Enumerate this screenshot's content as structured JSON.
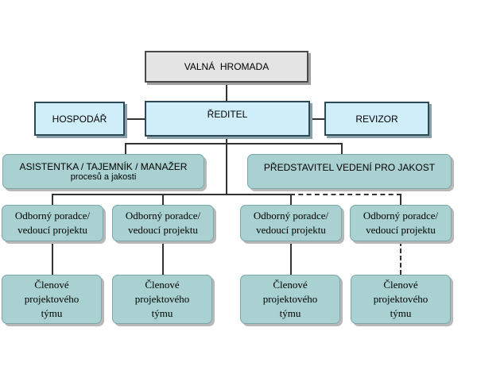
{
  "diagram": {
    "valna_hromada": "VALNÁ  HROMADA",
    "reditel": "ŘEDITEL",
    "hospodar": "HOSPODÁŘ",
    "revizor": "REVIZOR",
    "asistentka_line1": "ASISTENTKA / TAJEMNÍK / MANAŽER",
    "asistentka_line2": "procesů a jakosti",
    "predstavitel": "PŘEDSTAVITEL VEDENÍ PRO JAKOST",
    "poradce": [
      {
        "line1": "Odborný poradce/",
        "line2": "vedoucí projektu"
      },
      {
        "line1": "Odborný poradce/",
        "line2": "vedoucí projektu"
      },
      {
        "line1": "Odborný poradce/",
        "line2": "vedoucí projektu"
      },
      {
        "line1": "Odborný poradce/",
        "line2": "vedoucí projektu"
      }
    ],
    "clenove": [
      {
        "line1": "Členové",
        "line2": "projektového",
        "line3": "týmu"
      },
      {
        "line1": "Členové",
        "line2": "projektového",
        "line3": "týmu"
      },
      {
        "line1": "Členové",
        "line2": "projektového",
        "line3": "týmu"
      },
      {
        "line1": "Členové",
        "line2": "projektového",
        "line3": "týmu"
      }
    ],
    "colors": {
      "gray_box": "#e4e4e4",
      "light_box": "#cfeefa",
      "teal_box": "#a9d1d1",
      "line": "#333333"
    }
  }
}
